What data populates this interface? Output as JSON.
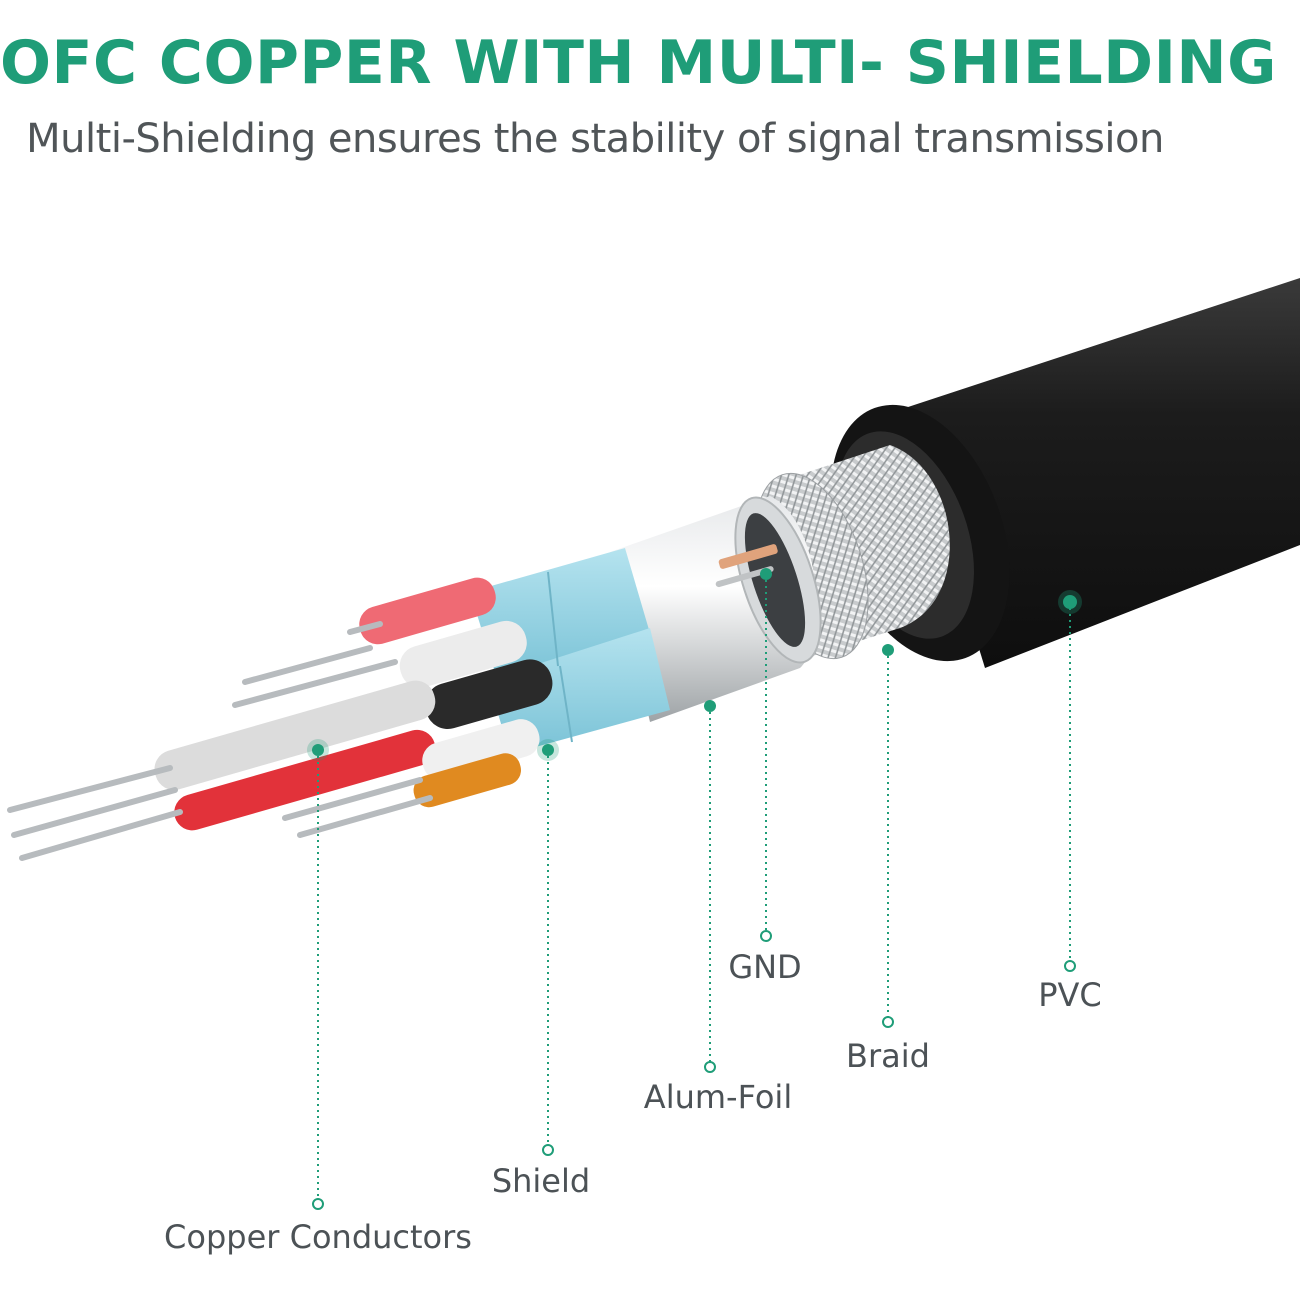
{
  "header": {
    "title": "OFC COPPER WITH MULTI- SHIELDING",
    "subtitle": "Multi-Shielding ensures the stability of signal transmission"
  },
  "layers": [
    {
      "id": "copper",
      "label": "Copper Conductors"
    },
    {
      "id": "shield",
      "label": "Shield"
    },
    {
      "id": "foil",
      "label": "Alum-Foil"
    },
    {
      "id": "gnd",
      "label": "GND"
    },
    {
      "id": "braid",
      "label": "Braid"
    },
    {
      "id": "pvc",
      "label": "PVC"
    }
  ],
  "colors": {
    "accent": "#1f9d78",
    "jacket": "#1e1e1e",
    "shield_blue": "#93d3e3",
    "wire_red": "#e2323a",
    "wire_pink": "#ef6a74",
    "wire_orange": "#e08a20"
  }
}
